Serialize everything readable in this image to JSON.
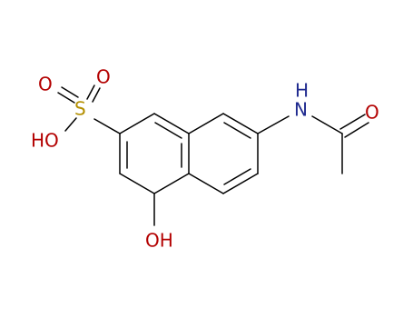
{
  "molecule": {
    "atoms": {
      "sulfonyl_o_left": "O",
      "sulfonyl_o_right": "O",
      "sulfur": "S",
      "sulfonic_oh": "HO",
      "amide_nh": "H",
      "amide_n": "N",
      "carbonyl_o": "O",
      "phenol_oh": "OH"
    },
    "colors": {
      "bond": "#000000",
      "oxygen": "#b30000",
      "nitrogen": "#1f2a8f",
      "sulfur": "#b38f00"
    }
  }
}
